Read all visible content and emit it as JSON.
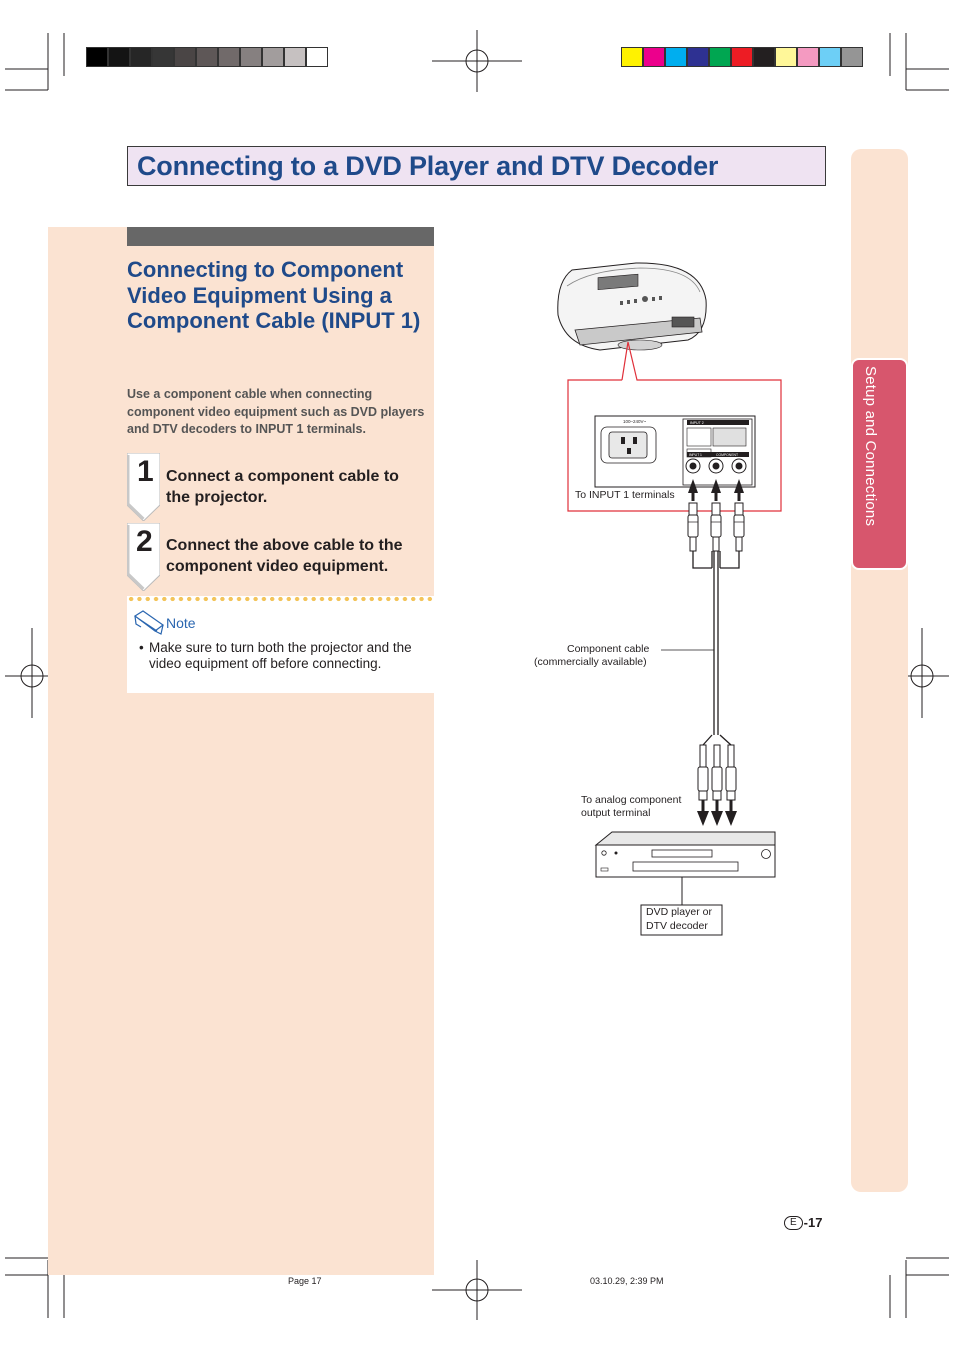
{
  "title": "Connecting to a DVD Player and DTV Decoder",
  "section": {
    "heading": "Connecting to Component Video Equipment Using a Component Cable (INPUT 1)",
    "intro": "Use a component cable when connecting component video equipment such as DVD players and DTV decoders to INPUT 1 terminals."
  },
  "steps": [
    {
      "number": "1",
      "text": "Connect a component cable to the projector."
    },
    {
      "number": "2",
      "text": "Connect the above cable to the component video equipment."
    }
  ],
  "note": {
    "label": "Note",
    "bullet": "•",
    "items": [
      "Make sure to turn both the projector and the video equipment off before connecting."
    ]
  },
  "side_tab": "Setup and Connections",
  "diagram": {
    "to_input1": "To INPUT 1 terminals",
    "component_cable_line1": "Component cable",
    "component_cable_line2": "(commercially available)",
    "to_analog_line1": "To analog component",
    "to_analog_line2": "output terminal",
    "dvd_line1": "DVD player or",
    "dvd_line2": "DTV decoder",
    "voltage": "100–240V~",
    "panel_input2": "INPUT 2",
    "panel_input1": "INPUT 1",
    "panel_component": "COMPONENT"
  },
  "page_number": {
    "marker": "E",
    "number": "-17"
  },
  "footer": {
    "left": "Page 17",
    "right": "03.10.29, 2:39 PM"
  },
  "colors": {
    "title_blue": "#1f4a8a",
    "title_bg": "#efe3f2",
    "peach": "#fbe3d2",
    "tab_red": "#d7566d",
    "callout_red": "#e0303a",
    "grayscale_bars": [
      "#000000",
      "#141414",
      "#262626",
      "#363636",
      "#4a4545",
      "#5e5757",
      "#716a6a",
      "#868080",
      "#a29d9d",
      "#c6c1c1",
      "#ffffff"
    ],
    "color_bars": [
      "#fff200",
      "#ec008c",
      "#00aeef",
      "#2e3192",
      "#00a651",
      "#ed1c24",
      "#231f20",
      "#fff799",
      "#f49ac1",
      "#6dcff6",
      "#959595"
    ]
  }
}
